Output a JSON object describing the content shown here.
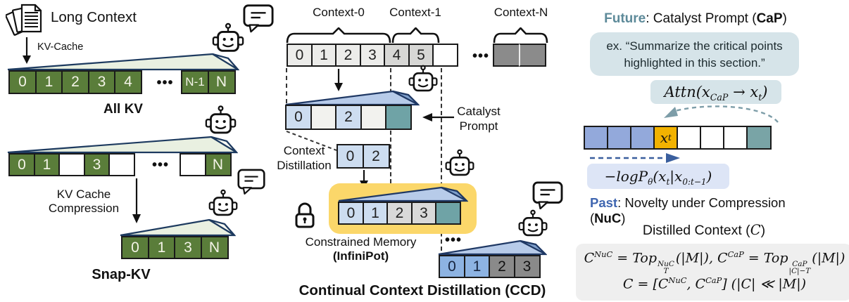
{
  "colors": {
    "green_cell": "#5a7d3a",
    "green_wedge": "#e9f0e1",
    "green_wedge_fold": "#f7f9f3",
    "green_wedge_border": "#1d3a5f",
    "blue_wedge": "#b7cbe9",
    "blue_wedge_fold": "#7e9fcb",
    "blue_wedge_border": "#1f3864",
    "light_blue_cell": "#cdddf0",
    "teal_cell": "#6fa3a6",
    "pale_cell": "#f2f2ee",
    "light_gray_cell": "#ececea",
    "mid_gray_cell": "#d7d7d5",
    "dark_gray_cell": "#8b8b8b",
    "memory_gray_cell": "#d9d9d9",
    "ccd_blue_cell": "#8db3e2",
    "ccd_gray_cell": "#8a8a8a",
    "token_blue_cell": "#93a9db",
    "token_orange_cell": "#f2b200",
    "token_teal_cell": "#79a4a6",
    "yellow_highlight": "#fbd76a",
    "cap_box": "#d6e4e9",
    "nuc_box": "#dde5f6",
    "formula_box": "#efefef",
    "future_accent": "#5d8a99",
    "past_accent": "#3f66b0",
    "teal_arrow": "#7d9da8",
    "blue_arrow": "#3a5f9e"
  },
  "left": {
    "long_context_label": "Long Context",
    "kv_cache_label": "KV-Cache",
    "ellipsis": "•••",
    "all_kv_row": [
      {
        "t": "0",
        "c": "green"
      },
      {
        "t": "1",
        "c": "green"
      },
      {
        "t": "2",
        "c": "green"
      },
      {
        "t": "3",
        "c": "green"
      },
      {
        "t": "4",
        "c": "green"
      }
    ],
    "all_kv_row_end": [
      {
        "t": "N-1",
        "c": "green"
      },
      {
        "t": "N",
        "c": "green"
      }
    ],
    "all_kv_label": "All KV",
    "sparse_row": [
      {
        "t": "0",
        "c": "green"
      },
      {
        "t": "1",
        "c": "green"
      },
      {
        "t": "",
        "c": "empty"
      },
      {
        "t": "3",
        "c": "green"
      },
      {
        "t": "",
        "c": "empty"
      }
    ],
    "sparse_row_end": [
      {
        "t": "",
        "c": "empty"
      },
      {
        "t": "N",
        "c": "green"
      }
    ],
    "kv_compression_line1": "KV Cache",
    "kv_compression_line2": "Compression",
    "snap_row": [
      {
        "t": "0",
        "c": "green"
      },
      {
        "t": "1",
        "c": "green"
      },
      {
        "t": "3",
        "c": "green"
      },
      {
        "t": "N",
        "c": "green"
      }
    ],
    "snap_kv_label": "Snap-KV"
  },
  "middle": {
    "context0_label": "Context-0",
    "context1_label": "Context-1",
    "contextN_label": "Context-N",
    "ellipsis": "•••",
    "top_row": [
      {
        "t": "0",
        "c": "light"
      },
      {
        "t": "1",
        "c": "light"
      },
      {
        "t": "2",
        "c": "light"
      },
      {
        "t": "3",
        "c": "light"
      },
      {
        "t": "4",
        "c": "mid"
      },
      {
        "t": "5",
        "c": "mid"
      },
      {
        "t": "",
        "c": "white"
      }
    ],
    "top_row_end": [
      {
        "t": "",
        "c": "dark"
      },
      {
        "t": "",
        "c": "dark2"
      }
    ],
    "distilled_row": [
      {
        "t": "0",
        "c": "lb"
      },
      {
        "t": "",
        "c": "pale"
      },
      {
        "t": "2",
        "c": "lb"
      },
      {
        "t": "",
        "c": "pale"
      },
      {
        "t": "",
        "c": "teal"
      }
    ],
    "catalyst_line1": "Catalyst",
    "catalyst_line2": "Prompt",
    "context_dist_line1": "Context",
    "context_dist_line2": "Distillation",
    "mini_row": [
      {
        "t": "0",
        "c": "lb"
      },
      {
        "t": "2",
        "c": "lb"
      }
    ],
    "memory_row": [
      {
        "t": "0",
        "c": "lb"
      },
      {
        "t": "1",
        "c": "lb"
      },
      {
        "t": "2",
        "c": "lg"
      },
      {
        "t": "3",
        "c": "lg"
      },
      {
        "t": "",
        "c": "teal"
      }
    ],
    "constrained_memory_label": "Constrained Memory",
    "infinipot_label": "(InfiniPot)",
    "ccd_ellipsis": "•••",
    "ccd_row": [
      {
        "t": "0",
        "c": "mb"
      },
      {
        "t": "1",
        "c": "mb"
      },
      {
        "t": "2",
        "c": "dg"
      },
      {
        "t": "3",
        "c": "dg"
      }
    ],
    "ccd_title": "Continual Context Distillation (CCD)"
  },
  "right": {
    "future_word": "Future",
    "future_rest": ": Catalyst Prompt (",
    "cap_abbrev": "CaP",
    "paren_close": ")",
    "example_line1": "ex. “Summarize the critical points",
    "example_line2": "highlighted in this section.”",
    "attn_formula_html": "Attn(x<sub>CaP</sub> → x<sub>t</sub>)",
    "token_row": [
      {
        "t": "",
        "c": "rb"
      },
      {
        "t": "",
        "c": "rb"
      },
      {
        "t": "",
        "c": "rb"
      },
      {
        "t": "",
        "c": "orange",
        "html": "x<sub>t</sub>"
      },
      {
        "t": "",
        "c": "white"
      },
      {
        "t": "",
        "c": "white"
      },
      {
        "t": "",
        "c": "white"
      },
      {
        "t": "",
        "c": "rteal"
      }
    ],
    "nuc_formula_html": "−logP<sub>θ</sub>(x<sub>t</sub>|x<sub>0:t−1</sub>)",
    "past_word": "Past",
    "past_rest": ": Novelty under Compression (",
    "nuc_abbrev": "NuC",
    "nuc_paren_close": ")",
    "distilled_heading_html": "Distilled Context (<i class='math'>C</i>)",
    "formula_line1_html": "C<sup>NuC</sup> = Top<span class='ss'><span>NuC</span><span>T</span></span>(|M|), C<sup>CaP</sup> = Top<span class='ss'><span>CaP</span><span>|C|−T</span></span>(|M|)",
    "formula_line2_html": "C = [C<sup>NuC</sup>, C<sup>CaP</sup>] (|C| ≪ |M|)"
  }
}
